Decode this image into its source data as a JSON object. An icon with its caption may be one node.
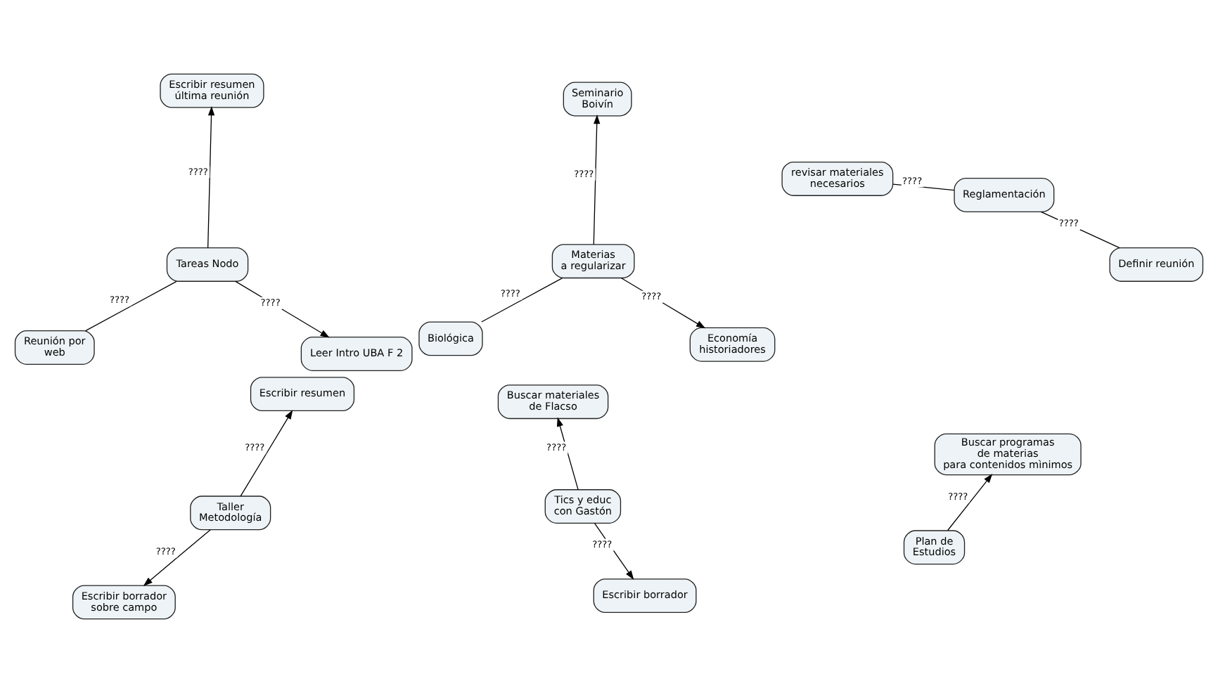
{
  "diagram": {
    "nodes": [
      {
        "text": [
          "Escribir resumen"
        ]
      },
      {
        "text": [
          "Escribir borrador sobre campo"
        ]
      },
      {
        "text": [
          "Buscar programas de materias para contenidos mìnimos"
        ]
      },
      {
        "text": [
          "Taller Metodología"
        ]
      },
      {
        "text": [
          "Plan de Estudios"
        ]
      },
      {
        "text": [
          "Seminario Boivín"
        ]
      },
      {
        "text": [
          "Buscar materiales de Flacso"
        ]
      },
      {
        "text": [
          "Materias a regularizar"
        ]
      },
      {
        "text": [
          "Tics y educ con Gastón"
        ]
      },
      {
        "text": [
          "Economía historiadores"
        ]
      },
      {
        "text": [
          "Escribir borrador"
        ]
      },
      {
        "text": [
          "Escribir resumen última reunión"
        ]
      },
      {
        "text": [
          "Biológica"
        ]
      },
      {
        "text": [
          "Reglamentación"
        ]
      },
      {
        "text": [
          "Tareas Nodo"
        ]
      },
      {
        "text": [
          "Leer Intro UBA F 2"
        ]
      },
      {
        "text": [
          "revisar materiales necesarios"
        ]
      },
      {
        "text": [
          "Definir reunión"
        ]
      },
      {
        "text": [
          "Reunión por web"
        ]
      }
    ],
    "edges": [
      {
        "from": 3,
        "to": 0,
        "arrow": "to",
        "label": "????"
      },
      {
        "from": 3,
        "to": 1,
        "arrow": "to",
        "label": "????"
      },
      {
        "from": 4,
        "to": 2,
        "arrow": "to",
        "label": "????"
      },
      {
        "from": 7,
        "to": 5,
        "arrow": "to",
        "label": "????"
      },
      {
        "from": 7,
        "to": 9,
        "arrow": "to",
        "label": "????"
      },
      {
        "from": 7,
        "to": 12,
        "arrow": "none",
        "label": "????"
      },
      {
        "from": 8,
        "to": 6,
        "arrow": "to",
        "label": "????"
      },
      {
        "from": 8,
        "to": 10,
        "arrow": "to",
        "label": "????"
      },
      {
        "from": 13,
        "to": 16,
        "arrow": "none",
        "label": "????"
      },
      {
        "from": 13,
        "to": 17,
        "arrow": "none",
        "label": "????"
      },
      {
        "from": 14,
        "to": 11,
        "arrow": "to",
        "label": "????"
      },
      {
        "from": 14,
        "to": 15,
        "arrow": "to",
        "label": "????"
      },
      {
        "from": 14,
        "to": 18,
        "arrow": "none",
        "label": "????"
      }
    ]
  }
}
